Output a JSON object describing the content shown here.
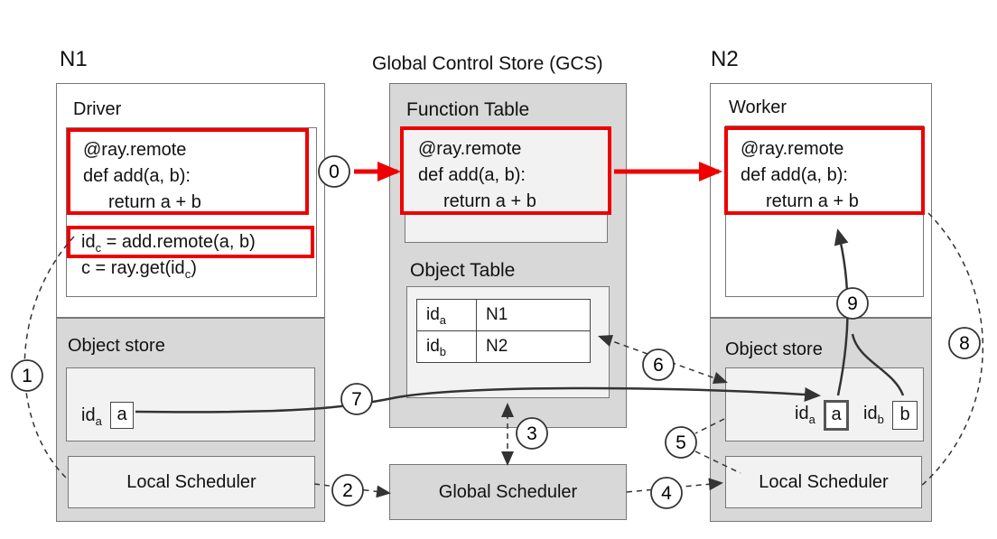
{
  "n1": {
    "label": "N1",
    "driver_title": "Driver",
    "remote_code": [
      "@ray.remote",
      "def add(a, b):",
      "return a + b"
    ],
    "call_prefix": "id",
    "call_sub": "c",
    "call_rest": " = add.remote(a, b)",
    "get_prefix": "c = ray.get(id",
    "get_sub": "c",
    "get_suffix": ")",
    "object_store_title": "Object store",
    "obj_id": "id",
    "obj_id_sub": "a",
    "obj_val": "a",
    "local_scheduler": "Local Scheduler"
  },
  "gcs": {
    "title": "Global Control Store (GCS)",
    "function_table_title": "Function Table",
    "remote_code": [
      "@ray.remote",
      "def add(a, b):",
      "return a + b"
    ],
    "object_table_title": "Object Table",
    "rows": [
      {
        "id": "id",
        "sub": "a",
        "node": "N1"
      },
      {
        "id": "id",
        "sub": "b",
        "node": "N2"
      }
    ],
    "global_scheduler": "Global Scheduler"
  },
  "n2": {
    "label": "N2",
    "worker_title": "Worker",
    "remote_code": [
      "@ray.remote",
      "def add(a, b):",
      "return a + b"
    ],
    "object_store_title": "Object store",
    "obj_a_id": "id",
    "obj_a_sub": "a",
    "obj_a_val": "a",
    "obj_b_id": "id",
    "obj_b_sub": "b",
    "obj_b_val": "b",
    "local_scheduler": "Local Scheduler"
  },
  "steps": [
    "0",
    "1",
    "2",
    "3",
    "4",
    "5",
    "6",
    "7",
    "8",
    "9"
  ],
  "colors": {
    "highlight": "#ee0000",
    "panel": "#d8d8d8",
    "inner": "#f2f2f2"
  }
}
